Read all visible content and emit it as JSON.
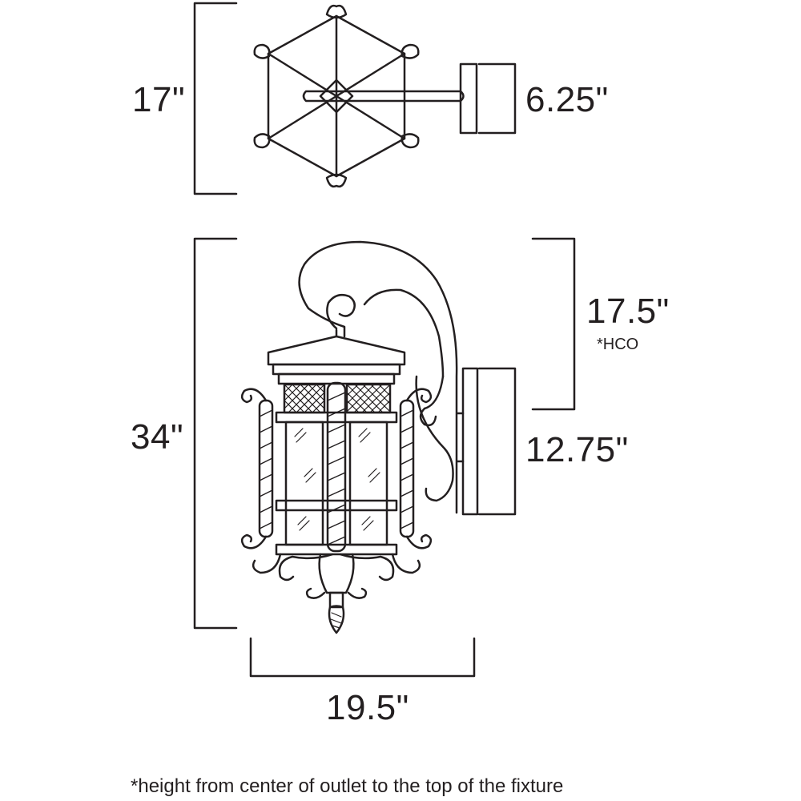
{
  "dimensions": {
    "top_height": "17\"",
    "arm_plate": "6.25\"",
    "overall_height": "34\"",
    "hco": "17.5\"",
    "hco_note": "*HCO",
    "backplate": "12.75\"",
    "width": "19.5\""
  },
  "footnote": "*height from center of outlet to the top of the fixture",
  "colors": {
    "line": "#231f20",
    "background": "#ffffff"
  }
}
